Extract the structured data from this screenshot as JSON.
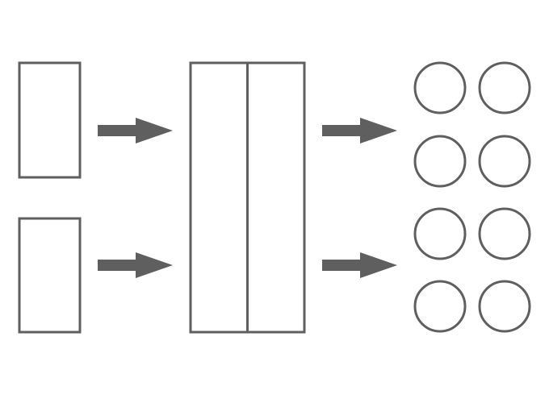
{
  "diagram": {
    "stroke_color": "#5f5f5f",
    "fill_color": "#ffffff",
    "arrow_color": "#5f5f5f",
    "inputs": [
      {
        "id": "input-top",
        "shape": "rectangle"
      },
      {
        "id": "input-bottom",
        "shape": "rectangle"
      }
    ],
    "processor": {
      "id": "center-block",
      "columns": 2,
      "shape": "split-rectangle"
    },
    "outputs": {
      "shape": "circle",
      "rows": 4,
      "cols": 2,
      "count": 8
    },
    "arrows": [
      {
        "from": "input-top",
        "to": "center-block"
      },
      {
        "from": "input-bottom",
        "to": "center-block"
      },
      {
        "from": "center-block",
        "to": "outputs-upper"
      },
      {
        "from": "center-block",
        "to": "outputs-lower"
      }
    ]
  }
}
